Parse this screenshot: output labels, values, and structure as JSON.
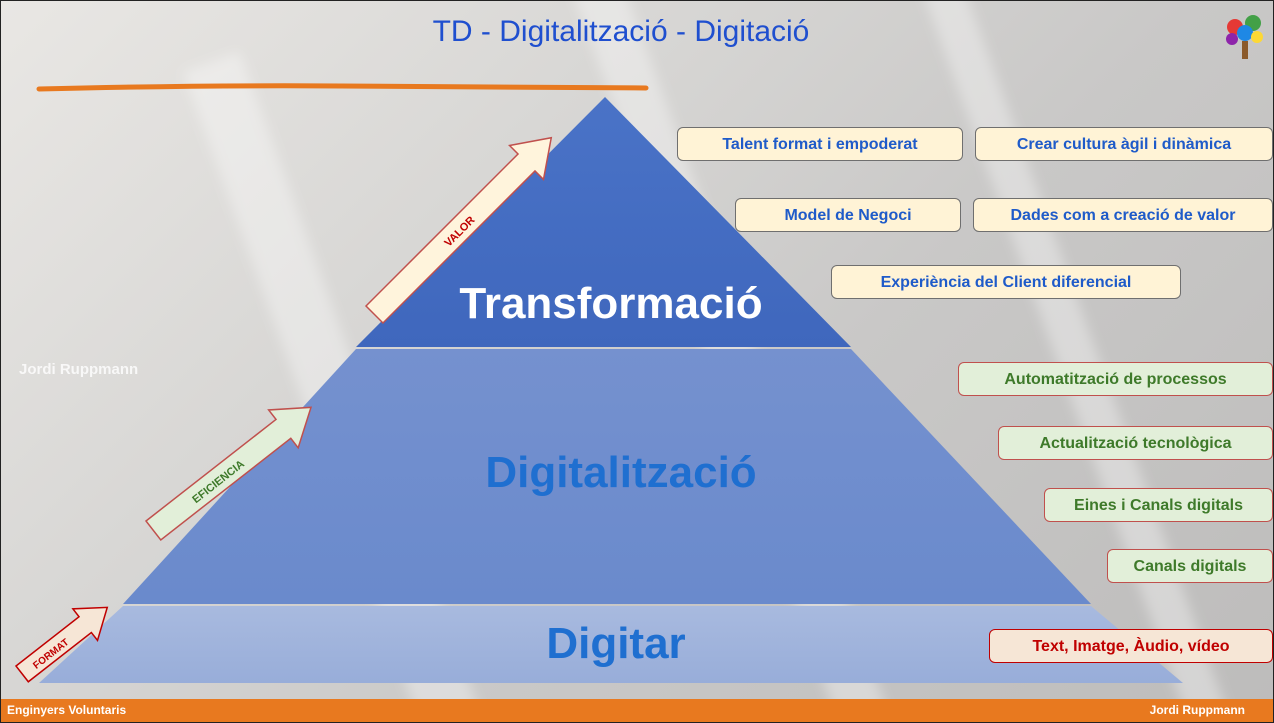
{
  "title": "TD - Digitalització - Digitació",
  "watermark": "Jordi Ruppmann",
  "pyramid": {
    "top_label": "Transformació",
    "middle_label": "Digitalització",
    "bottom_label": "Digitar"
  },
  "arrows": {
    "valor": "VALOR",
    "eficiencia": "EFICIENCIA",
    "format": "FORMAT"
  },
  "transformacio_items": [
    "Talent format i empoderat",
    "Crear cultura àgil i dinàmica",
    "Model de Negoci",
    "Dades com a creació de valor",
    "Experiència del Client diferencial"
  ],
  "digitalitzacio_items": [
    "Automatització de processos",
    "Actualització tecnològica",
    "Eines i Canals digitals",
    "Canals digitals"
  ],
  "digitar_items": [
    "Text, Imatge, Àudio, vídeo"
  ],
  "footer": {
    "left": "Enginyers Voluntaris",
    "right": "Jordi Ruppmann"
  },
  "colors": {
    "title": "#1f4fcf",
    "footer": "#e8791f",
    "pyramid_top": "#4472c4",
    "pyramid_mid": "#6f8fd1",
    "pyramid_bottom": "#9fb3e0"
  }
}
